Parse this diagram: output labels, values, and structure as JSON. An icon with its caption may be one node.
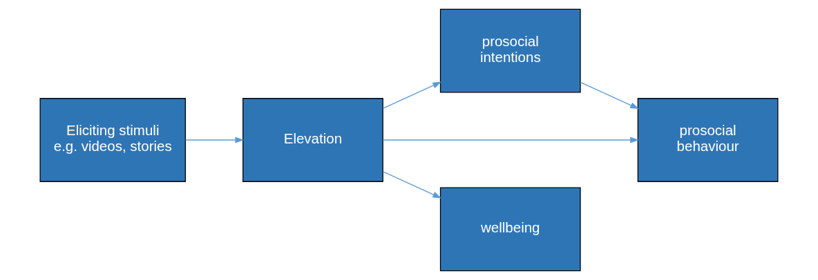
{
  "diagram": {
    "nodes": [
      {
        "text": [
          "Eliciting stimuli",
          "e.g. videos, stories"
        ]
      },
      {
        "text": [
          "Elevation"
        ]
      },
      {
        "text": [
          "prosocial intentions"
        ]
      },
      {
        "text": [
          "wellbeing"
        ]
      },
      {
        "text": [
          "prosocial behaviour"
        ]
      }
    ],
    "edges": [
      {
        "from": 0,
        "to": 1,
        "arrow": "to"
      },
      {
        "from": 1,
        "to": 2,
        "arrow": "to"
      },
      {
        "from": 1,
        "to": 4,
        "arrow": "to"
      },
      {
        "from": 1,
        "to": 3,
        "arrow": "to"
      },
      {
        "from": 2,
        "to": 4,
        "arrow": "to"
      }
    ]
  }
}
